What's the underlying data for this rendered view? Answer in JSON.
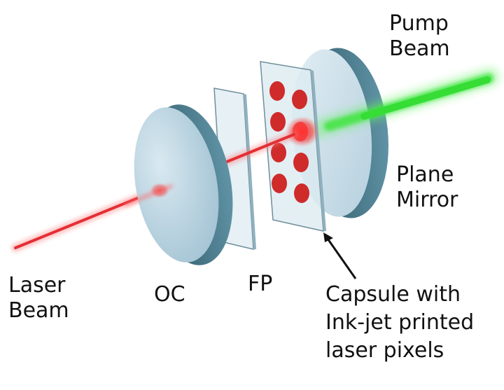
{
  "labels": {
    "pump_beam": [
      "Pump",
      "Beam"
    ],
    "plane_mirror": [
      "Plane",
      "Mirror"
    ],
    "laser_beam": [
      "Laser",
      "Beam"
    ],
    "oc": "OC",
    "fp": "FP",
    "capsule": [
      "Capsule with",
      "Ink-jet printed",
      "laser pixels"
    ]
  },
  "colors": {
    "pump_beam": "#33e033",
    "laser_beam": "#e8333a",
    "pixel": "#d42a2a",
    "optic_glass": "#bcd6e4",
    "optic_edge": "#3f6f82"
  }
}
